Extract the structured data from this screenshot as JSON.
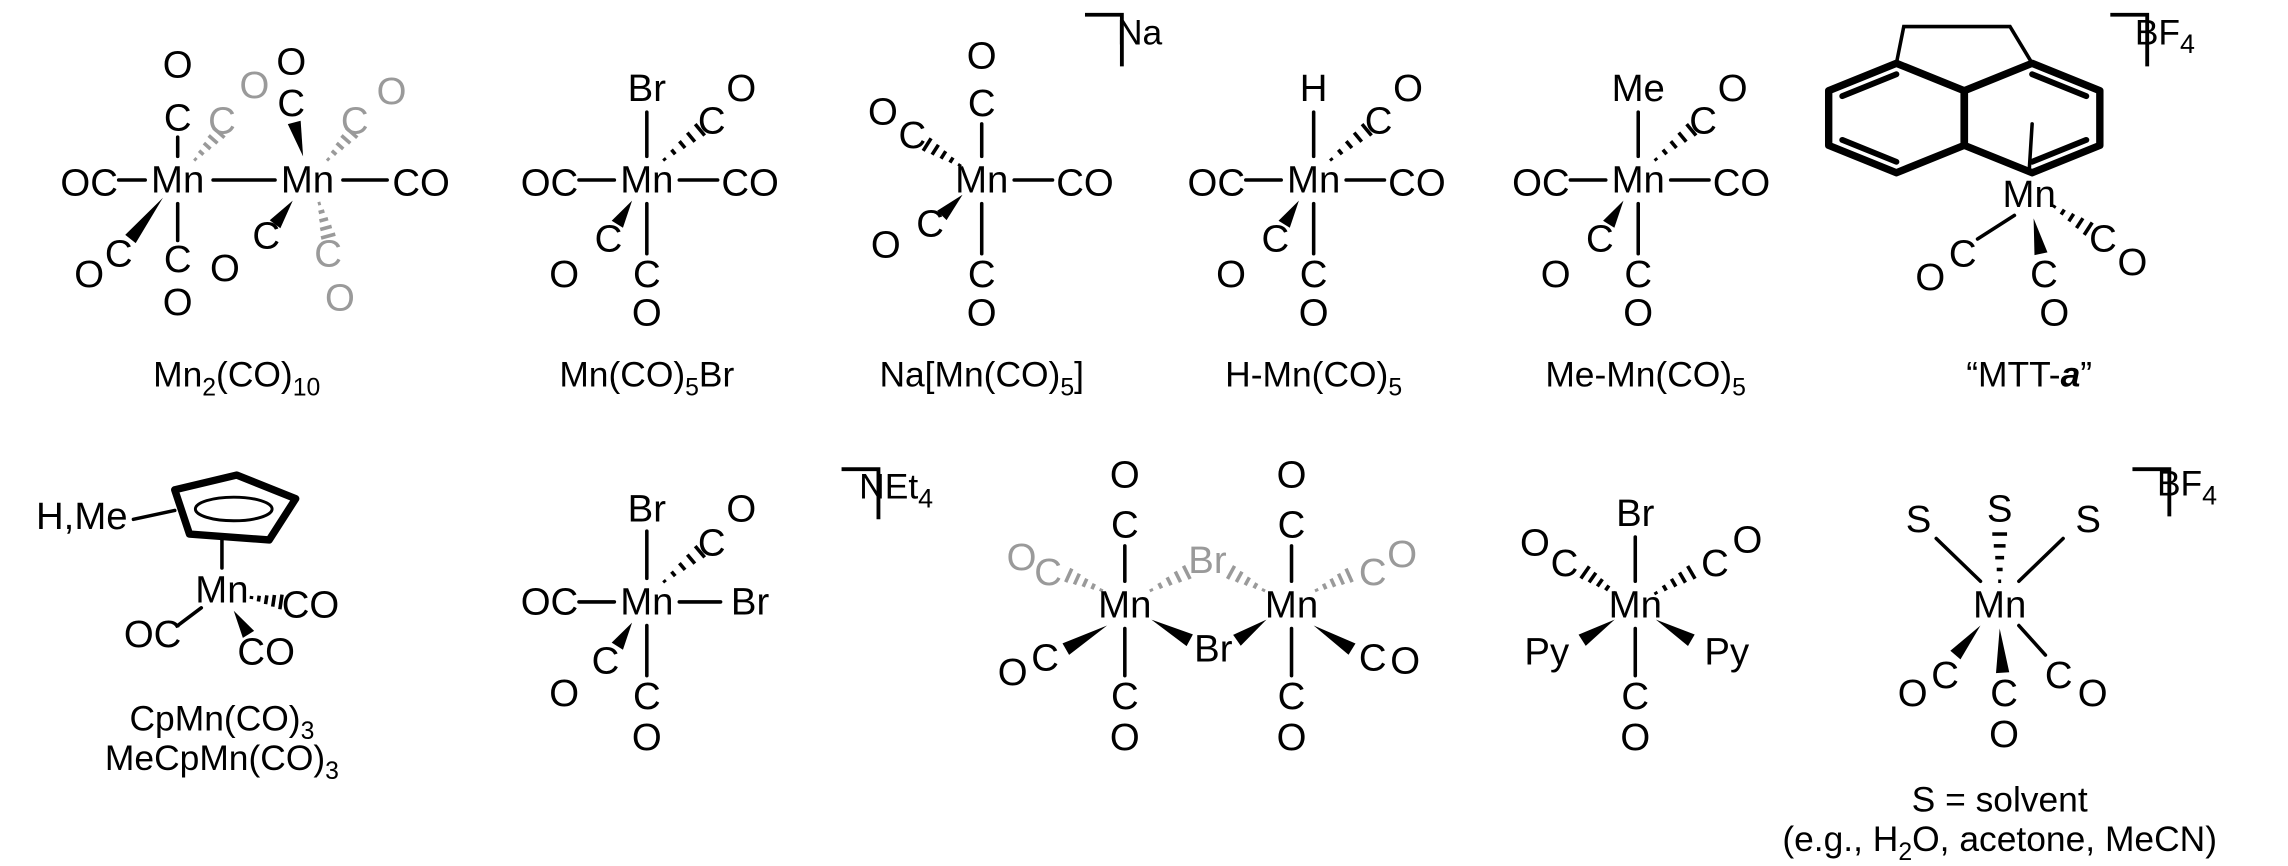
{
  "structures": [
    {
      "id": "mn2co10",
      "atoms": [
        "OC",
        "Mn",
        "Mn",
        "CO",
        "C",
        "O",
        "C",
        "O",
        "C",
        "O",
        "C",
        "O",
        "C",
        "O",
        "C",
        "O",
        "C",
        "O",
        "C",
        "O"
      ],
      "caption": [
        [
          {
            "t": "Mn"
          },
          {
            "sub": "2"
          },
          {
            "t": "(CO)"
          },
          {
            "sub": "10"
          }
        ]
      ]
    },
    {
      "id": "mnco5br",
      "atoms": [
        "Br",
        "Mn",
        "OC",
        "CO",
        "C",
        "O",
        "C",
        "O",
        "C",
        "O"
      ],
      "caption": [
        [
          {
            "t": "Mn(CO)"
          },
          {
            "sub": "5"
          },
          {
            "t": "Br"
          }
        ]
      ]
    },
    {
      "id": "na-mnco5",
      "atoms": [
        "O",
        "C",
        "O",
        "C",
        "Mn",
        "CO",
        "C",
        "O",
        "C",
        "O"
      ],
      "counter_ion": [
        {
          "t": "Na"
        }
      ],
      "caption": [
        [
          {
            "t": "Na[Mn(CO)"
          },
          {
            "sub": "5"
          },
          {
            "t": "]"
          }
        ]
      ]
    },
    {
      "id": "h-mnco5",
      "atoms": [
        "H",
        "Mn",
        "OC",
        "CO",
        "C",
        "O",
        "C",
        "O",
        "C",
        "O"
      ],
      "caption": [
        [
          {
            "t": "H-Mn(CO)"
          },
          {
            "sub": "5"
          }
        ]
      ]
    },
    {
      "id": "me-mnco5",
      "atoms": [
        "Me",
        "Mn",
        "OC",
        "CO",
        "C",
        "O",
        "C",
        "O",
        "C",
        "O"
      ],
      "caption": [
        [
          {
            "t": "Me-Mn(CO)"
          },
          {
            "sub": "5"
          }
        ]
      ]
    },
    {
      "id": "mtt-a",
      "atoms": [
        "Mn",
        "C",
        "O",
        "C",
        "O",
        "C",
        "O"
      ],
      "counter_ion": [
        {
          "t": "BF"
        },
        {
          "sub": "4"
        }
      ],
      "caption": [
        [
          {
            "t": "“MTT-"
          },
          {
            "b": "a"
          },
          {
            "t": "”"
          }
        ]
      ]
    },
    {
      "id": "cpmnco3",
      "atoms": [
        "H,Me",
        "Mn",
        "CO",
        "CO",
        "OC"
      ],
      "caption": [
        [
          {
            "t": "CpMn(CO)"
          },
          {
            "sub": "3"
          }
        ],
        [
          {
            "t": "MeCpMn(CO)"
          },
          {
            "sub": "3"
          }
        ]
      ]
    },
    {
      "id": "mnco4br2",
      "atoms": [
        "Br",
        "Mn",
        "OC",
        "Br",
        "C",
        "O",
        "C",
        "O",
        "C",
        "O"
      ],
      "counter_ion": [
        {
          "t": "NEt"
        },
        {
          "sub": "4"
        }
      ],
      "caption": []
    },
    {
      "id": "mn2br2co8",
      "atoms": [
        "O",
        "C",
        "O",
        "C",
        "O",
        "C",
        "Mn",
        "Br",
        "Mn",
        "C",
        "O",
        "C",
        "O",
        "Br",
        "C",
        "O",
        "C",
        "O",
        "C",
        "O"
      ],
      "caption": []
    },
    {
      "id": "mnco3py2br",
      "atoms": [
        "Br",
        "O",
        "C",
        "Mn",
        "C",
        "O",
        "Py",
        "Py",
        "C",
        "O"
      ],
      "caption": []
    },
    {
      "id": "mn-solvent",
      "atoms": [
        "S",
        "S",
        "S",
        "Mn",
        "C",
        "O",
        "C",
        "O",
        "C",
        "O"
      ],
      "counter_ion": [
        {
          "t": "BF"
        },
        {
          "sub": "4"
        }
      ],
      "caption": [
        [
          {
            "t": "S = solvent"
          }
        ],
        [
          {
            "t": "(e.g., H"
          },
          {
            "sub": "2"
          },
          {
            "t": "O, acetone, MeCN)"
          }
        ]
      ]
    }
  ],
  "colors": {
    "ink": "#000000",
    "gray_ligand": "#9a9a9a"
  }
}
